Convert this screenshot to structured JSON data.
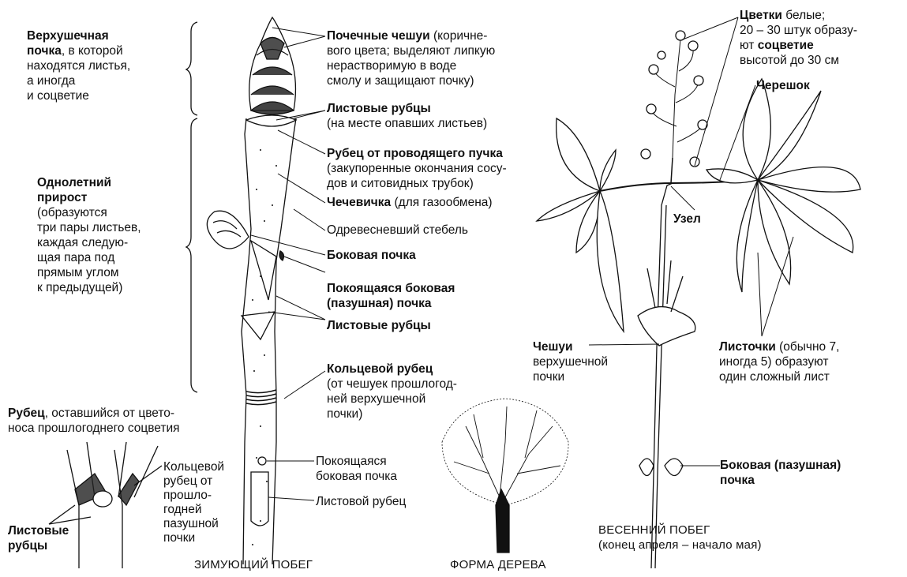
{
  "labels": {
    "apical_bud": {
      "bold": "Верхушечная\nпочка",
      "rest": ", в которой\nнаходятся листья,\nа иногда\nи соцветие"
    },
    "annual_growth": {
      "bold": "Однолетний\nприрост",
      "rest": "\n(образуются\nтри пары листьев,\nкаждая следую-\nщая пара под\nпрямым углом\nк предыдущей)"
    },
    "bud_scales": {
      "bold": "Почечные чешуи",
      "rest": " (коричне-\nвого цвета; выделяют липкую\nнерастворимую в воде\nсмолу и защищают почку)"
    },
    "leaf_scars_top": {
      "bold": "Листовые рубцы",
      "rest": "\n(на месте опавших листьев)"
    },
    "bundle_scar": {
      "bold": "Рубец от проводящего пучка",
      "rest": "\n(закупоренные окончания сосу-\nдов и ситовидных трубок)"
    },
    "lenticel": {
      "bold": "Чечевичка",
      "rest": " (для газообмена)"
    },
    "woody_stem": {
      "text": "Одревесневший стебель"
    },
    "lateral_bud": {
      "bold": "Боковая почка"
    },
    "dormant_bud": {
      "bold": "Покоящаяся боковая\n(пазушная) почка"
    },
    "leaf_scars_mid": {
      "bold": "Листовые рубцы"
    },
    "ring_scar": {
      "bold": "Кольцевой рубец",
      "rest": "\n(от чешуек прошлогод-\nней верхушечной\nпочки)"
    },
    "inflorescence_scar": {
      "bold": "Рубец",
      "rest": ", оставшийся от цвето-\nноса прошлогоднего соцветия"
    },
    "ring_scar_small": {
      "text": "Кольцевой\nрубец от\nпрошло-\nгодней\nпазушной\nпочки"
    },
    "leaf_scars_small": {
      "bold": "Листовые\nрубцы"
    },
    "dormant_small": {
      "text": "Покоящаяся\nбоковая почка"
    },
    "leaf_scar_small": {
      "text": "Листовой рубец"
    },
    "flowers": {
      "bold1": "Цветки",
      "rest1": " белые;\n20 – 30 штук образу-\nют ",
      "bold2": "соцветие",
      "rest2": "\nвысотой до 30 см"
    },
    "petiole": {
      "bold": "Черешок"
    },
    "node": {
      "bold": "Узел"
    },
    "apical_scales": {
      "bold": "Чешуи",
      "rest": "\nверхушечной\nпочки"
    },
    "leaflets": {
      "bold": "Листочки",
      "rest": " (обычно 7,\nиногда 5) образуют\nодин сложный лист"
    },
    "axillary_bud": {
      "bold": "Боковая (пазушная)\nпочка"
    }
  },
  "captions": {
    "winter_shoot": "ЗИМУЮЩИЙ ПОБЕГ",
    "tree_form": "ФОРМА ДЕРЕВА",
    "spring_shoot": "ВЕСЕННИЙ ПОБЕГ",
    "spring_dates": "(конец апреля – начало мая)"
  }
}
